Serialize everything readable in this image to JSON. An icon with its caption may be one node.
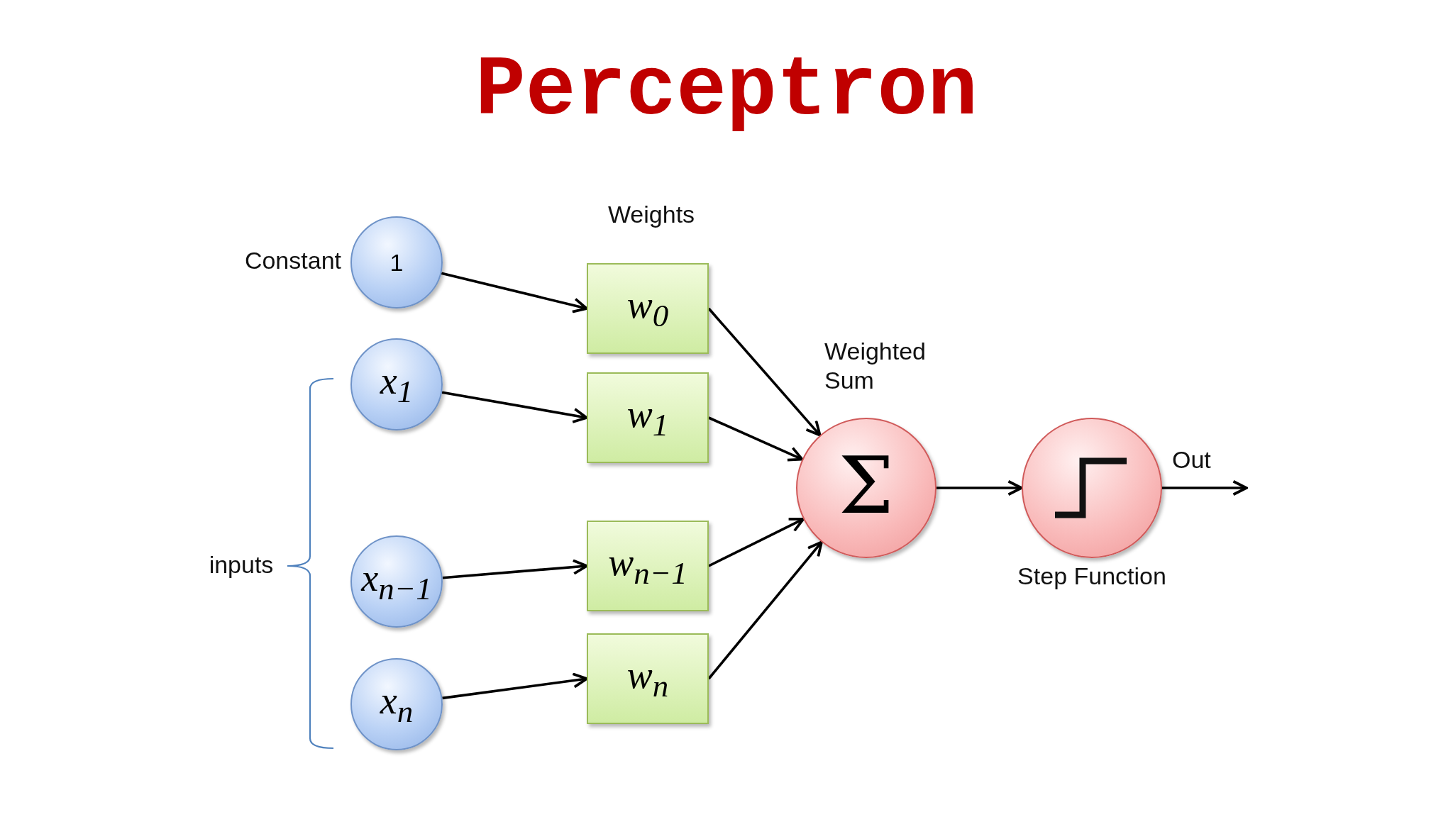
{
  "diagram": {
    "title": "Perceptron",
    "nodes": [
      {
        "text": [
          "1"
        ],
        "beside": [
          "Constant"
        ]
      },
      {
        "text": [
          "x$_{1}$"
        ]
      },
      {
        "text": [
          "x$_{n−1}$"
        ]
      },
      {
        "text": [
          "x$_{n}$"
        ]
      },
      {
        "text": [
          "w$_{0}$"
        ]
      },
      {
        "text": [
          "w$_{1}$"
        ]
      },
      {
        "text": [
          "w$_{n−1}$"
        ]
      },
      {
        "text": [
          "w$_{n}$"
        ]
      },
      {
        "text": [
          "Σ"
        ],
        "beside": [
          "Weighted Sum"
        ]
      },
      {
        "text": [],
        "shape": "circle",
        "beside": [
          "Step Function"
        ]
      }
    ],
    "edges": [
      {
        "from": 0,
        "to": 4,
        "arrow": "to"
      },
      {
        "from": 1,
        "to": 5,
        "arrow": "to"
      },
      {
        "from": 2,
        "to": 6,
        "arrow": "to"
      },
      {
        "from": 3,
        "to": 7,
        "arrow": "to"
      },
      {
        "from": 4,
        "to": 8,
        "arrow": "to"
      },
      {
        "from": 5,
        "to": 8,
        "arrow": "to"
      },
      {
        "from": 6,
        "to": 8,
        "arrow": "to"
      },
      {
        "from": 7,
        "to": 8,
        "arrow": "to"
      },
      {
        "from": 8,
        "to": 9,
        "arrow": "to"
      },
      {
        "from": 9,
        "to": null,
        "arrow": "to",
        "label": "Out"
      }
    ],
    "labels": [
      "Weights",
      "inputs"
    ]
  }
}
